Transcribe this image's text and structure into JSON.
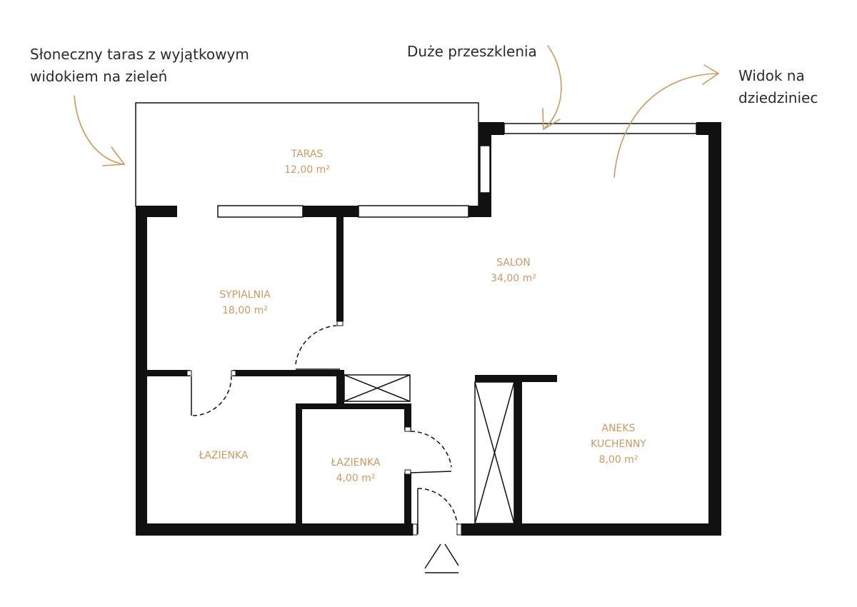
{
  "colors": {
    "wall": "#111111",
    "label": "#c99a62",
    "arrow": "#c99a62",
    "text": "#2b2b2b"
  },
  "callouts": {
    "terrace": {
      "line1": "Słoneczny taras z wyjątkowym",
      "line2": "widokiem na zieleń"
    },
    "glazing": {
      "line1": "Duże przeszklenia"
    },
    "courtyard": {
      "line1": "Widok na",
      "line2": "dziedziniec"
    }
  },
  "rooms": {
    "taras": {
      "name": "TARAS",
      "area": "12,00 m²"
    },
    "salon": {
      "name": "SALON",
      "area": "34,00 m²"
    },
    "sypialnia": {
      "name": "SYPIALNIA",
      "area": "18,00 m²"
    },
    "lazienka_1": {
      "name": "ŁAZIENKA"
    },
    "lazienka_2": {
      "name": "ŁAZIENKA",
      "area": "4,00 m²"
    },
    "aneks": {
      "name1": "ANEKS",
      "name2": "KUCHENNY",
      "area": "8,00 m²"
    }
  },
  "icons": {
    "entrance": "entrance-triangle-icon",
    "arrows": "curved-arrow-icon",
    "cabinets": "cross-box-icon",
    "doors": "door-swing-icon"
  }
}
